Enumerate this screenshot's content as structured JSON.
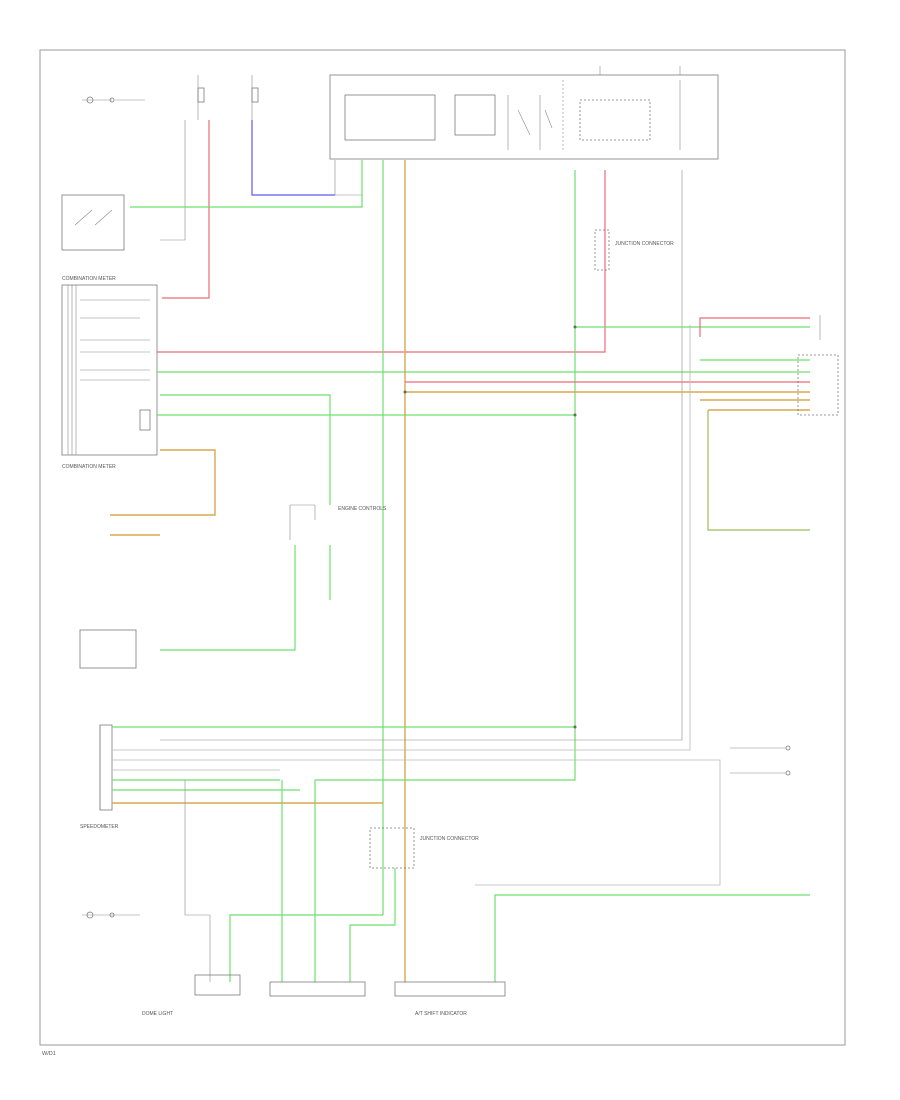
{
  "diagram": {
    "wire_colors": {
      "green": "#6ee06e",
      "red": "#ee6a78",
      "blue": "#5a5af0",
      "tan": "#d8a850",
      "grey": "#b8b8b8"
    },
    "labels": {
      "combination_meter": "COMBINATION METER",
      "combination_meter_top": "COMBINATION METER",
      "speedometer": "SPEEDOMETER",
      "dome_light": "DOME LIGHT",
      "engine_controls": "ENGINE CONTROLS",
      "at_shift_indicator": "A/T SHIFT INDICATOR",
      "junction_connector": "JUNCTION CONNECTOR",
      "page_id": "W/D1"
    }
  }
}
